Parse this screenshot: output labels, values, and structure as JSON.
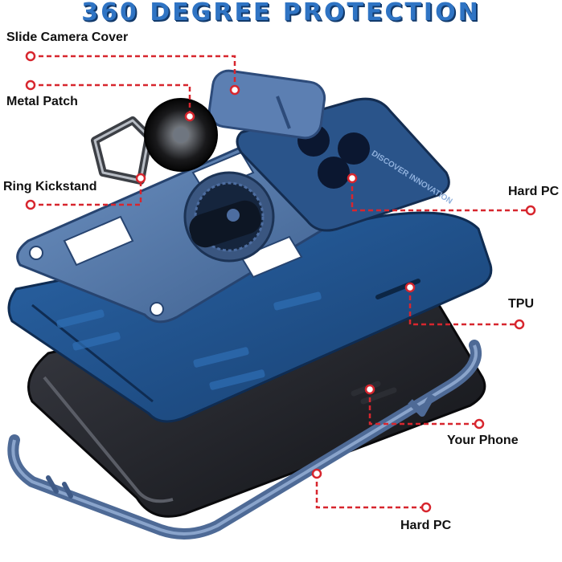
{
  "title": "360 DEGREE PROTECTION",
  "labels": {
    "slide_camera_cover": "Slide Camera Cover",
    "metal_patch": "Metal Patch",
    "ring_kickstand": "Ring Kickstand",
    "hard_pc_top": "Hard PC",
    "tpu": "TPU",
    "your_phone": "Your Phone",
    "hard_pc_bottom": "Hard PC"
  },
  "back_plate_text": "DISCOVER INNOVATION",
  "colors": {
    "title": "#2f74c4",
    "callout_line": "#d7262e",
    "case_navy": "#1d4b82",
    "frame_steel": "#5c7aa6",
    "phone_black": "#1b1b1f"
  }
}
